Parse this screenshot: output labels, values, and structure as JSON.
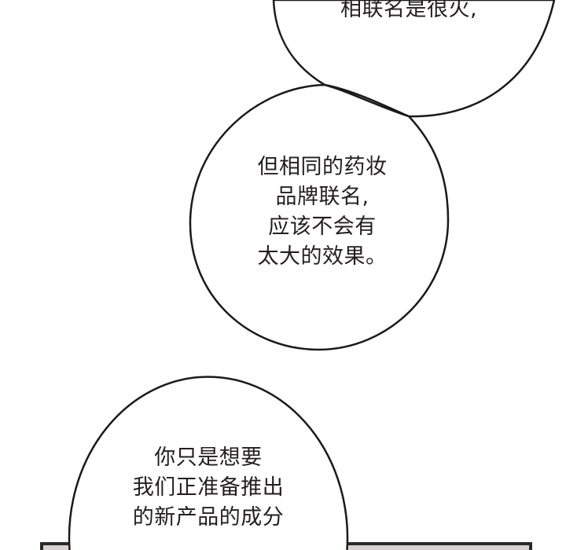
{
  "bubbles": [
    {
      "lines": [
        "相联名是很火,"
      ]
    },
    {
      "lines": [
        "但相同的药妆",
        "品牌联名,",
        "应该不会有",
        "太大的效果。"
      ]
    },
    {
      "lines": [
        "你只是想要",
        "我们正准备推出",
        "的新产品的成分"
      ]
    }
  ],
  "colors": {
    "outline": "#1a1a1a",
    "text": "#231f20",
    "panel_fill": "#d9d4cf",
    "panel_border": "#2a2a2a"
  }
}
